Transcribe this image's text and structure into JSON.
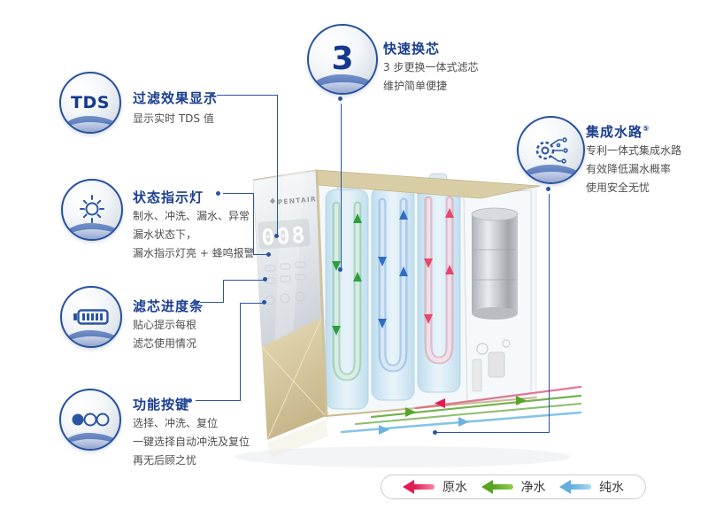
{
  "colors": {
    "accent_blue": "#27509f",
    "title_blue": "#1b3e8f",
    "body_gray": "#4f4f4f",
    "raw_water_red": "#e31b54",
    "clean_water_green": "#57a32a",
    "pure_water_blue": "#6cb4e0",
    "device_gold": "#cfc29c"
  },
  "icons": {
    "tds": "tds-text-icon",
    "quick": "number-3-icon",
    "status": "sun-icon",
    "filter": "battery-icon",
    "buttons": "three-dots-icon",
    "waterway": "circuit-gear-icon"
  },
  "callouts": {
    "quick": {
      "badge_text": "3",
      "title": "快速换芯",
      "lines": [
        "3 步更换一体式滤芯",
        "维护简单便捷"
      ]
    },
    "tds": {
      "badge_text": "TDS",
      "title": "过滤效果显示",
      "lines": [
        "显示实时 TDS 值"
      ]
    },
    "status": {
      "title": "状态指示灯",
      "lines": [
        "制水、冲洗、漏水、异常",
        "漏水状态下，",
        "漏水指示灯亮 + 蜂鸣报警"
      ]
    },
    "filter": {
      "title": "滤芯进度条",
      "lines": [
        "贴心提示每根",
        "滤芯使用情况"
      ]
    },
    "buttons": {
      "title": "功能按键",
      "lines": [
        "选择、冲洗、复位",
        "一键选择自动冲洗及复位",
        "再无后顾之忧"
      ]
    },
    "waterway": {
      "title": "集成水路",
      "footnote": "⑤",
      "lines": [
        "专利一体式集成水路",
        "有效降低漏水概率",
        "使用安全无忧"
      ]
    }
  },
  "device": {
    "brand": "PENTAIR",
    "display_value": "008"
  },
  "legend": {
    "items": [
      {
        "label": "原水",
        "color_from": "#e31b54",
        "color_to": "#f486a7"
      },
      {
        "label": "净水",
        "color_from": "#58a322",
        "color_to": "#93cc4c"
      },
      {
        "label": "纯水",
        "color_from": "#63aede",
        "color_to": "#abd6f0"
      }
    ]
  }
}
